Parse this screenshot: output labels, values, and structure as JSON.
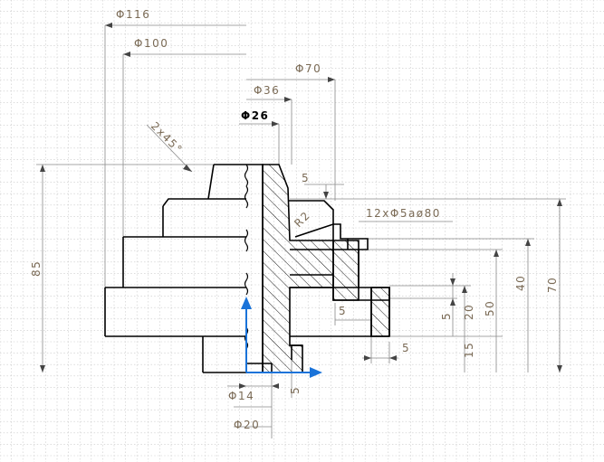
{
  "colors": {
    "background": "#ffffff",
    "grid": "#c8c8c8",
    "outline": "#000000",
    "dimension_line": "#8a8a8a",
    "dimension_text": "#7a6a55",
    "axis": "#1a73d9"
  },
  "dimensions": {
    "d116": "Φ116",
    "d100": "Φ100",
    "d70": "Φ70",
    "d36": "Φ36",
    "d26": "Φ26",
    "chamfer": "2x45°",
    "r2": "R2",
    "holes": "12xΦ5aø80",
    "gap5_top": "5",
    "v85": "85",
    "v70": "70",
    "v50": "50",
    "v40": "40",
    "v20": "20",
    "v15": "15",
    "v5_right": "5",
    "v5_bottom": "5",
    "h5_mid": "5",
    "h5_right": "5",
    "d14": "Φ14",
    "d20": "Φ20"
  }
}
